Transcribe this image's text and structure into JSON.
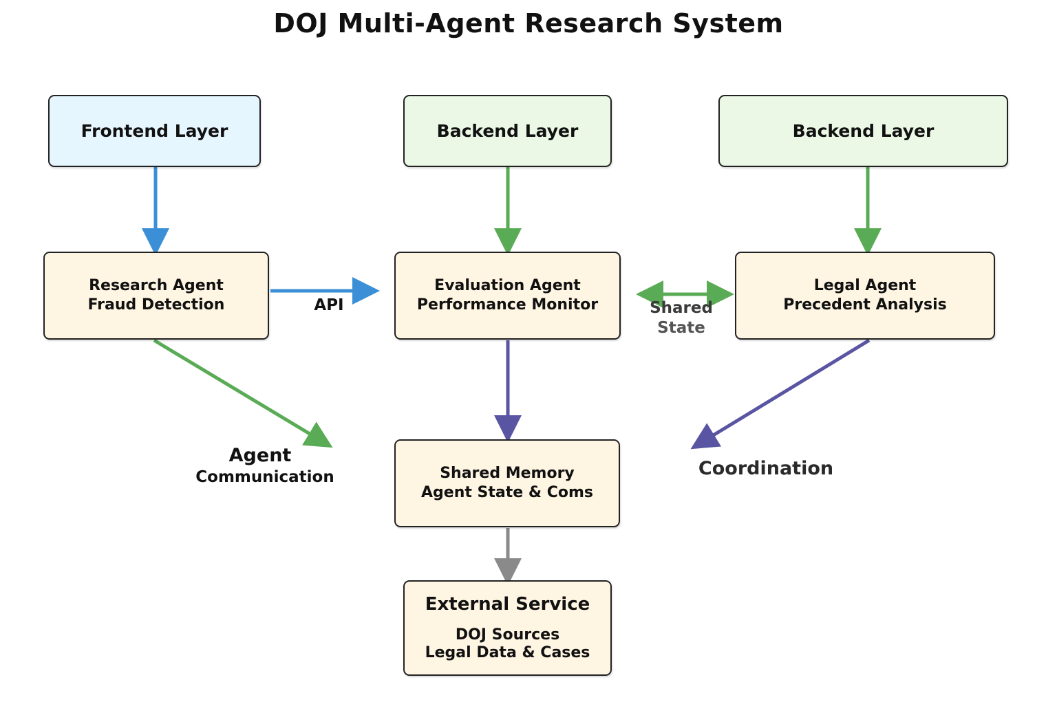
{
  "title": "DOJ Multi-Agent Research System",
  "colors": {
    "frontend_fill": "#e6f6fe",
    "backend_fill": "#eaf8e5",
    "agent_fill": "#fff5e3",
    "blue_edge": "#3a8fd6",
    "green_edge": "#5aab56",
    "purple_edge": "#5a55a3",
    "gray_edge": "#8a8a8a"
  },
  "nodes": {
    "frontend": {
      "label": "Frontend Layer"
    },
    "backend_center": {
      "label": "Backend Layer"
    },
    "backend_right": {
      "label": "Backend Layer"
    },
    "research_agent": {
      "line1": "Research Agent",
      "line2": "Fraud Detection"
    },
    "evaluation_agent": {
      "line1": "Evaluation Agent",
      "line2": "Performance Monitor"
    },
    "legal_agent": {
      "line1": "Legal Agent",
      "line2": "Precedent Analysis"
    },
    "shared_memory": {
      "line1": "Shared Memory",
      "line2": "Agent State & Coms"
    },
    "external_service": {
      "title": "External Service",
      "line1": "DOJ Sources",
      "line2": "Legal Data & Cases"
    }
  },
  "edge_labels": {
    "api": "API",
    "shared_state_1": "Shared",
    "shared_state_2": "State",
    "agent_comm_1": "Agent",
    "agent_comm_2": "Communication",
    "coordination": "Coordination"
  }
}
